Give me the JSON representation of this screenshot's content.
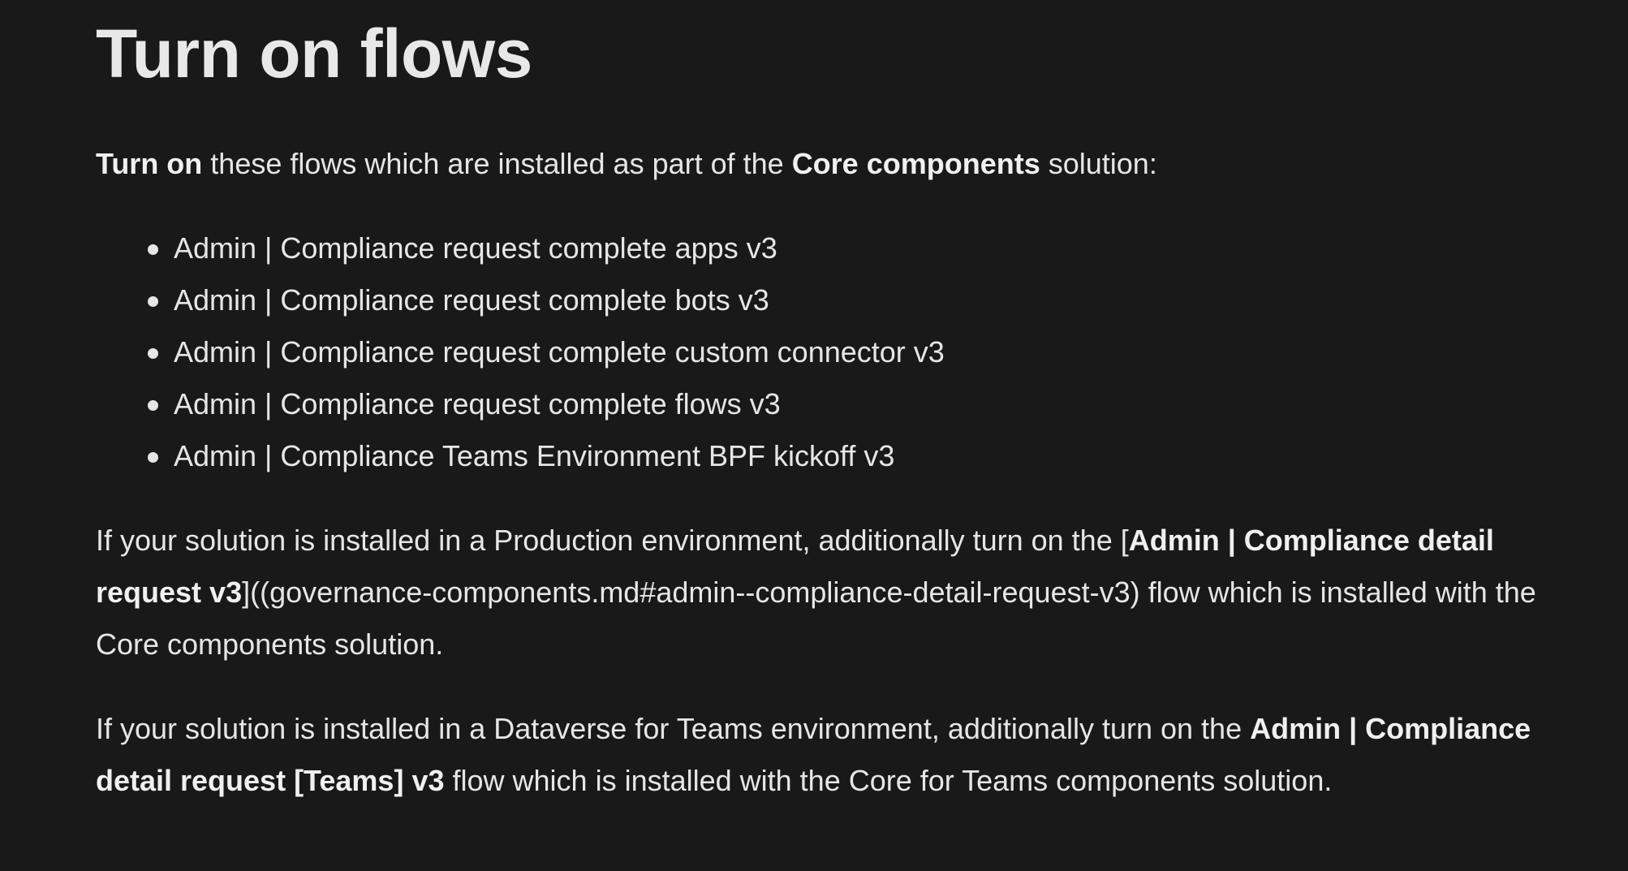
{
  "heading": "Turn on flows",
  "intro": {
    "bold1": "Turn on",
    "text1": " these flows which are installed as part of the ",
    "bold2": "Core components",
    "text2": " solution:"
  },
  "flows": [
    "Admin | Compliance request complete apps v3",
    "Admin | Compliance request complete bots v3",
    "Admin | Compliance request complete custom connector v3",
    "Admin | Compliance request complete flows v3",
    "Admin | Compliance Teams Environment BPF kickoff v3"
  ],
  "production_paragraph": {
    "text1": "If your solution is installed in a Production environment, additionally turn on the [",
    "bold": "Admin | Compliance detail request v3",
    "text2": "]((governance-components.md#admin--compliance-detail-request-v3) flow which is installed with the Core components solution."
  },
  "teams_paragraph": {
    "text1": "If your solution is installed in a Dataverse for Teams environment, additionally turn on the ",
    "bold": "Admin | Compliance detail request [Teams] v3",
    "text2": " flow which is installed with the Core for Teams components solution."
  },
  "colors": {
    "background": "#191919",
    "text": "#e6e6e6"
  }
}
